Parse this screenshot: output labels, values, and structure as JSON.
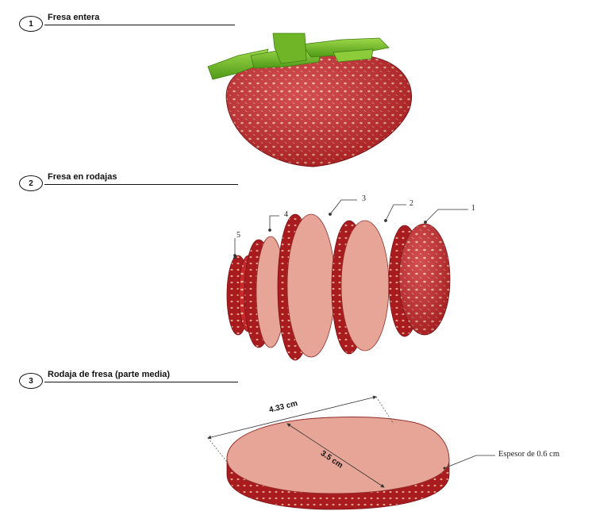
{
  "sections": [
    {
      "number": "1",
      "title": "Fresa entera"
    },
    {
      "number": "2",
      "title": "Fresa en rodajas"
    },
    {
      "number": "3",
      "title": "Rodaja de fresa (parte media)"
    }
  ],
  "slice_labels": [
    "1",
    "2",
    "3",
    "4",
    "5"
  ],
  "dimensions": {
    "diameter_outer": "4.33 cm",
    "diameter_inner": "3.5 cm",
    "thickness": "Espesor de 0.6 cm"
  },
  "colors": {
    "berry": "#c8272a",
    "berry_dark": "#9b1519",
    "seed": "#f6c7a8",
    "flesh": "#e7a597",
    "leaf": "#7cbf2c",
    "leaf_dark": "#3f7e12"
  }
}
